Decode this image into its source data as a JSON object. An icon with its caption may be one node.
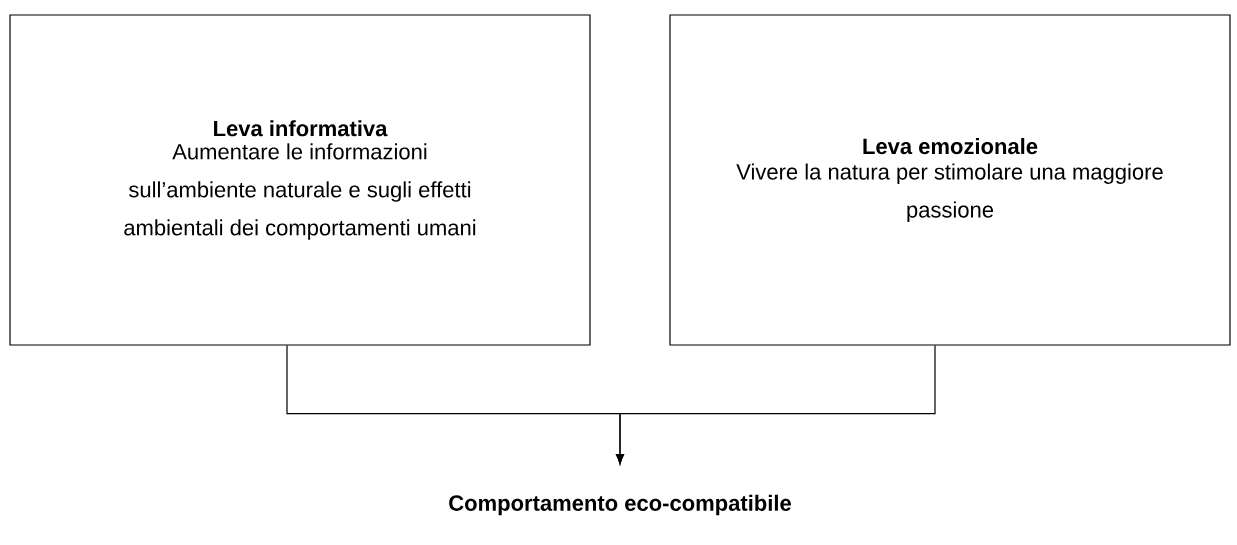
{
  "diagram": {
    "nodes": [
      {
        "text": [
          "Leva informativa",
          "Aumentare le informazioni sull’ambiente naturale e sugli effetti ambientali dei comportamenti umani"
        ]
      },
      {
        "text": [
          "Leva emozionale",
          "Vivere la natura per stimolare una maggiore passione"
        ]
      },
      {
        "text": [
          "Comportamento eco-compatibile"
        ]
      }
    ],
    "edges": [
      {
        "from": 0,
        "to": 2,
        "arrow": "to"
      },
      {
        "from": 1,
        "to": 2,
        "arrow": "to"
      }
    ]
  }
}
